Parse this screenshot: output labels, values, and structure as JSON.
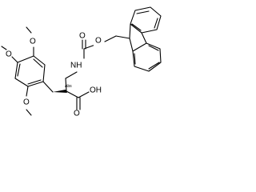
{
  "molecule": {
    "atom_labels": {
      "methoxy_oxygen": "O",
      "carbonyl_oxygen": "O",
      "ether_oxygen": "O",
      "amine": "NH",
      "acid_hydroxyl": "OH",
      "stereocenter": "Abs"
    }
  }
}
